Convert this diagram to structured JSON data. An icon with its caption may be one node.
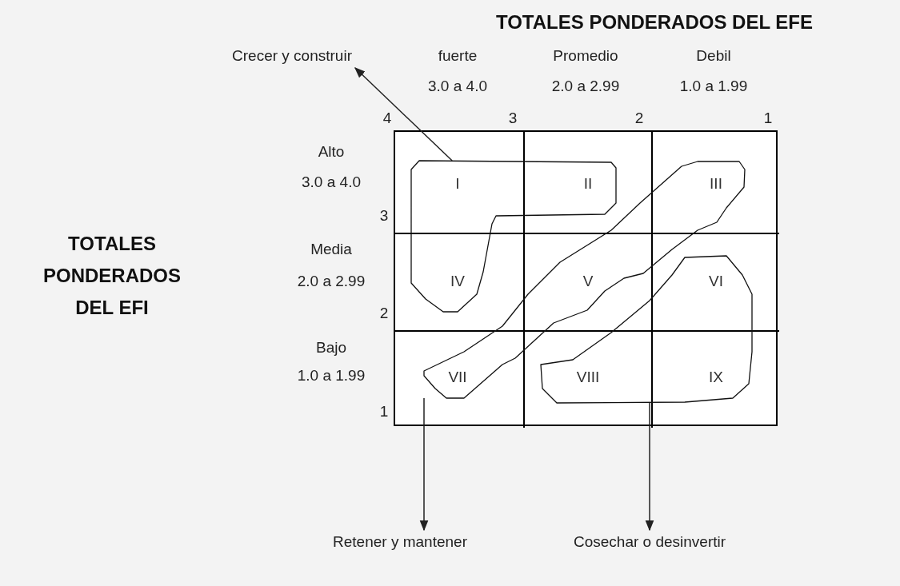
{
  "diagram": {
    "nodes": [
      {
        "text": [],
        "shape": "cloud"
      },
      {
        "text": [
          "I"
        ],
        "in": 0
      },
      {
        "text": [
          "II"
        ],
        "in": 0
      },
      {
        "text": [
          "IV"
        ],
        "in": 0
      },
      {
        "text": [],
        "shape": "cloud"
      },
      {
        "text": [
          "III"
        ],
        "in": 4
      },
      {
        "text": [
          "V"
        ],
        "in": 4
      },
      {
        "text": [
          "VII"
        ],
        "in": 4
      },
      {
        "text": [],
        "shape": "cloud"
      },
      {
        "text": [
          "VI"
        ],
        "in": 8
      },
      {
        "text": [
          "VIII"
        ],
        "in": 8
      },
      {
        "text": [
          "IX"
        ],
        "in": 8
      },
      {
        "text": [
          "Crecer y construir"
        ]
      },
      {
        "text": [
          "Retener y mantener"
        ]
      },
      {
        "text": [
          "Cosechar o desinvertir"
        ]
      }
    ],
    "edges": [
      {
        "from": 0,
        "to": 12,
        "arrow": "to"
      },
      {
        "from": 4,
        "to": 13,
        "arrow": "to"
      },
      {
        "from": 8,
        "to": 14,
        "arrow": "to"
      }
    ],
    "labels": [
      "TOTALES PONDERADOS DEL EFE",
      "fuerte",
      "Promedio",
      "Debil",
      "3.0 a 4.0",
      "2.0 a 2.99",
      "1.0 a 1.99",
      "4",
      "3",
      "2",
      "1",
      "Alto",
      "3.0 a 4.0",
      "3",
      "TOTALES PONDERADOS DEL EFI",
      "Media",
      "2.0 a 2.99",
      "2",
      "Bajo",
      "1.0 a 1.99",
      "1"
    ]
  }
}
